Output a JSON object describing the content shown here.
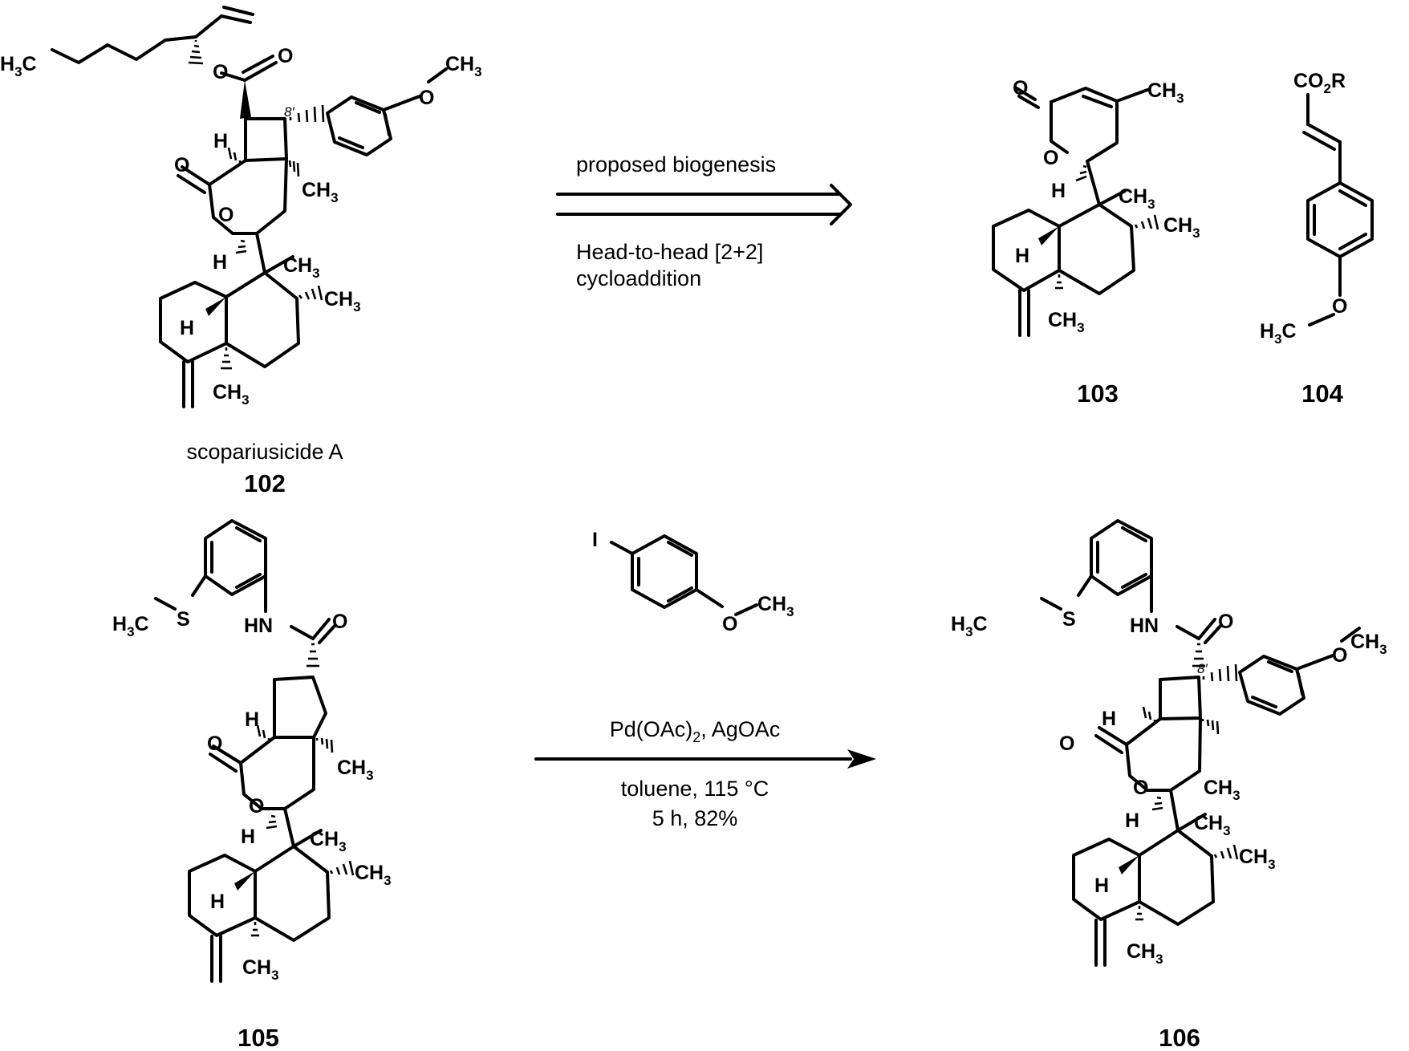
{
  "atoms": {
    "O": "O",
    "H": "H",
    "S": "S",
    "HN": "HN",
    "I": "I",
    "CH": "CH",
    "H3C_H": "H",
    "H3C_C": "C",
    "CO2R_CO": "CO",
    "CO2R_R": "R",
    "sub3": "3",
    "sub2": "2"
  },
  "locant": "8′",
  "compounds": {
    "c102_name": "scopariusicide A",
    "c102": "102",
    "c103": "103",
    "c104": "104",
    "c105": "105",
    "c106": "106"
  },
  "arrow1": {
    "above": "proposed biogenesis",
    "below_line1": "Head-to-head [2+2]",
    "below_line2": "cycloaddition"
  },
  "arrow2": {
    "reagent_a_pre": "Pd(OAc)",
    "reagent_a_sub": "2",
    "reagent_a_post": ", AgOAc",
    "conditions_line1": "toluene, 115 °C",
    "conditions_line2": "5 h, 82%"
  }
}
